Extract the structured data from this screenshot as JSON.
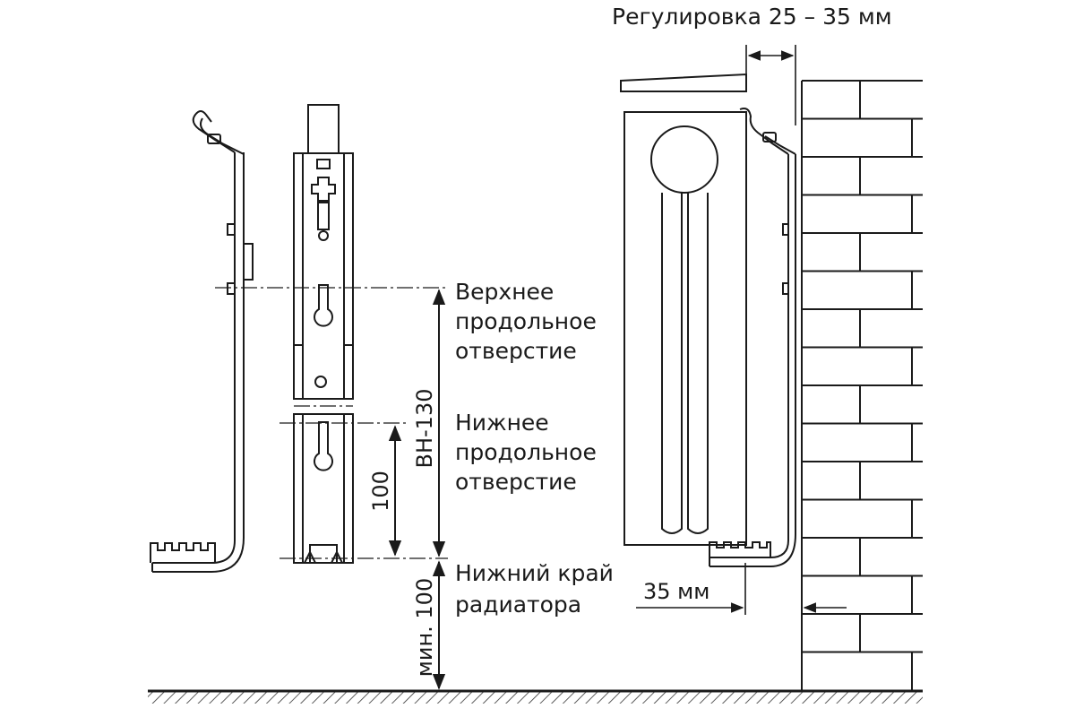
{
  "labels": {
    "adjustment": "Регулировка 25 – 35 мм",
    "upper_hole": [
      "Верхнее",
      "продольное",
      "отверстие"
    ],
    "lower_hole": [
      "Нижнее",
      "продольное",
      "отверстие"
    ],
    "bottom_edge": [
      "Нижний край",
      "радиатора"
    ],
    "dim_bh": "BH-130",
    "dim_100": "100",
    "dim_min100": "мин. 100",
    "dim_35": "35 мм"
  },
  "colors": {
    "line": "#1a1a1a",
    "wall_fill": "#ffffff",
    "ground_hatch": "#333333"
  }
}
